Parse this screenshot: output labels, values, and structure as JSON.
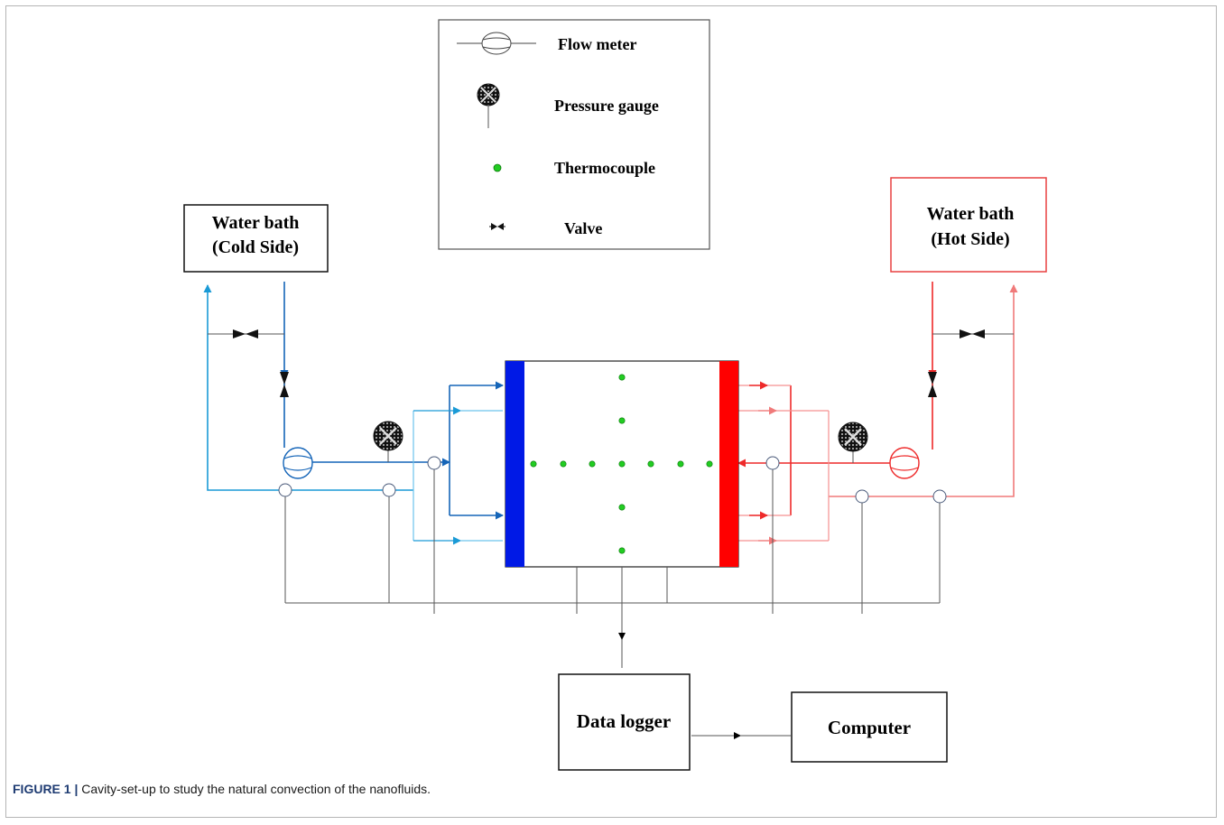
{
  "legend": {
    "flow_meter": "Flow meter",
    "pressure_gauge": "Pressure gauge",
    "thermocouple": "Thermocouple",
    "valve": "Valve"
  },
  "boxes": {
    "cold_bath_line1": "Water bath",
    "cold_bath_line2": "(Cold Side)",
    "hot_bath_line1": "Water bath",
    "hot_bath_line2": "(Hot Side)",
    "data_logger": "Data logger",
    "computer": "Computer"
  },
  "caption": {
    "label": "FIGURE 1 |",
    "text": " Cavity-set-up to study the natural convection of the nanofluids."
  },
  "colors": {
    "cold_wall": "#0019e6",
    "hot_wall": "#ff0000",
    "cold_pipe": "#1a9ad6",
    "cold_pipe_dark": "#1565b8",
    "hot_pipe": "#ee2a2a",
    "hot_pipe_light": "#f59090",
    "thermocouple": "#22cc22",
    "hot_box_border": "#e84040",
    "caption_label": "#1f3c73"
  },
  "icons": [
    "flow-meter-icon",
    "pressure-gauge-icon",
    "thermocouple-icon",
    "valve-icon"
  ]
}
